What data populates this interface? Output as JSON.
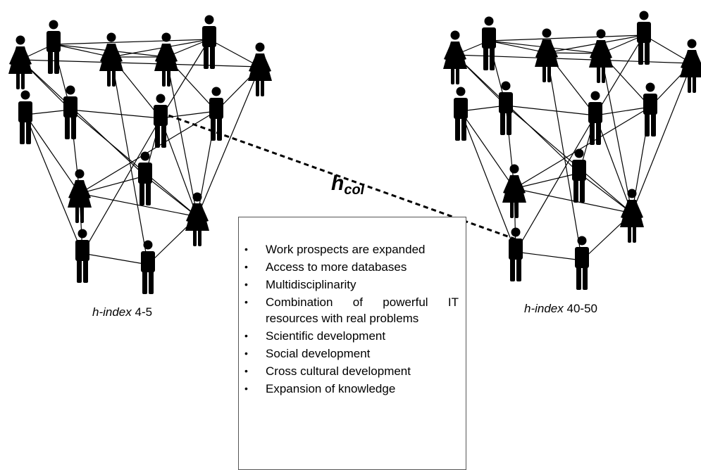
{
  "left_group": {
    "caption_italic": "h-index",
    "caption_value": "4-5"
  },
  "right_group": {
    "caption_italic": "h-index",
    "caption_value": "40-50"
  },
  "collaboration": {
    "label_base": "h",
    "label_sub": "col"
  },
  "benefits": [
    "Work prospects are expanded",
    "Access to more databases",
    "Multidisciplinarity",
    "Combination of powerful IT resources with real problems",
    "Scientific development",
    "Social development",
    "Cross cultural development",
    "Expansion of knowledge"
  ]
}
